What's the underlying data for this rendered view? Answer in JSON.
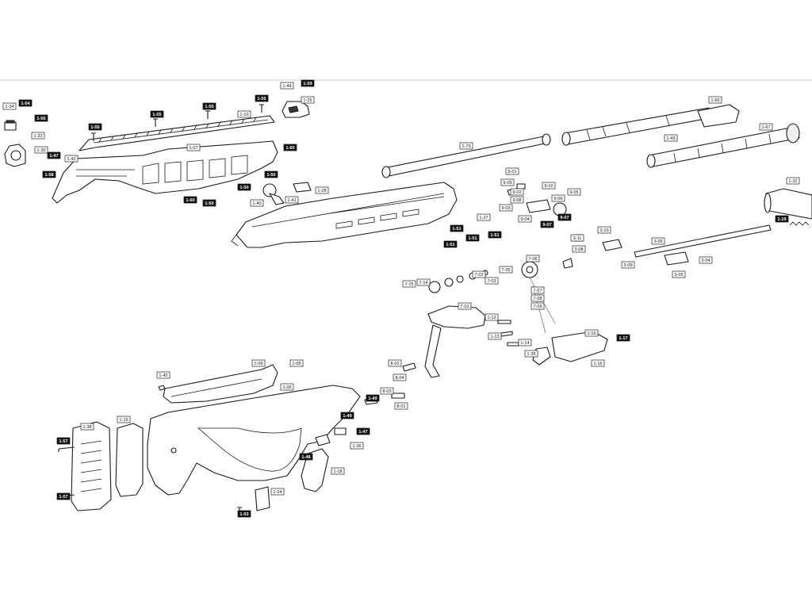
{
  "colors": {
    "background": "#ffffff",
    "line": "#1a1a1a",
    "tag_dark": "#111111",
    "tag_light": "#ffffff"
  },
  "callouts": [
    {
      "text": "1-44",
      "style": "w"
    },
    {
      "text": "1-59",
      "style": "b"
    },
    {
      "text": "1-29",
      "style": "w"
    },
    {
      "text": "1-34",
      "style": "w"
    },
    {
      "text": "1-54",
      "style": "b"
    },
    {
      "text": "1-56",
      "style": "b"
    },
    {
      "text": "1-55",
      "style": "b"
    },
    {
      "text": "1-55",
      "style": "b"
    },
    {
      "text": "1-55",
      "style": "b"
    },
    {
      "text": "1-55",
      "style": "b"
    },
    {
      "text": "1-10",
      "style": "w"
    },
    {
      "text": "1-33",
      "style": "w"
    },
    {
      "text": "1-30",
      "style": "w"
    },
    {
      "text": "1-47",
      "style": "b"
    },
    {
      "text": "1-42",
      "style": "w"
    },
    {
      "text": "1-58",
      "style": "b"
    },
    {
      "text": "1-07",
      "style": "w"
    },
    {
      "text": "1-60",
      "style": "b"
    },
    {
      "text": "1-50",
      "style": "b"
    },
    {
      "text": "1-28",
      "style": "w"
    },
    {
      "text": "1-41",
      "style": "w"
    },
    {
      "text": "1-50",
      "style": "b"
    },
    {
      "text": "1-60",
      "style": "b"
    },
    {
      "text": "1-50",
      "style": "b"
    },
    {
      "text": "1-40",
      "style": "w"
    },
    {
      "text": "1-66",
      "style": "w"
    },
    {
      "text": "1-67",
      "style": "w"
    },
    {
      "text": "1-43",
      "style": "w"
    },
    {
      "text": "1-79",
      "style": "w"
    },
    {
      "text": "9-01",
      "style": "w"
    },
    {
      "text": "9-09",
      "style": "w"
    },
    {
      "text": "9-10",
      "style": "w"
    },
    {
      "text": "9-02",
      "style": "w"
    },
    {
      "text": "9-08",
      "style": "w"
    },
    {
      "text": "9-06",
      "style": "w"
    },
    {
      "text": "9-05",
      "style": "w"
    },
    {
      "text": "9-03",
      "style": "w"
    },
    {
      "text": "9-04",
      "style": "w"
    },
    {
      "text": "9-07",
      "style": "b"
    },
    {
      "text": "9-07",
      "style": "b"
    },
    {
      "text": "1-27",
      "style": "w"
    },
    {
      "text": "1-51",
      "style": "b"
    },
    {
      "text": "1-51",
      "style": "b"
    },
    {
      "text": "1-51",
      "style": "b"
    },
    {
      "text": "1-51",
      "style": "b"
    },
    {
      "text": "1-32",
      "style": "w"
    },
    {
      "text": "1-19",
      "style": "b"
    },
    {
      "text": "3-10",
      "style": "w"
    },
    {
      "text": "3-11",
      "style": "w"
    },
    {
      "text": "3-08",
      "style": "w"
    },
    {
      "text": "3-06",
      "style": "w"
    },
    {
      "text": "3-09",
      "style": "w"
    },
    {
      "text": "3-04",
      "style": "w"
    },
    {
      "text": "3-05",
      "style": "w"
    },
    {
      "text": "7-15",
      "style": "w"
    },
    {
      "text": "7-14",
      "style": "w"
    },
    {
      "text": "7-03",
      "style": "w"
    },
    {
      "text": "7-02",
      "style": "w"
    },
    {
      "text": "7-05",
      "style": "w"
    },
    {
      "text": "7-06",
      "style": "w"
    },
    {
      "text": "7-07",
      "style": "w"
    },
    {
      "text": "7-08",
      "style": "w"
    },
    {
      "text": "7-09",
      "style": "w"
    },
    {
      "text": "7-01",
      "style": "w"
    },
    {
      "text": "1-09",
      "style": "w"
    },
    {
      "text": "1-05",
      "style": "w"
    },
    {
      "text": "1-42",
      "style": "w"
    },
    {
      "text": "1-06",
      "style": "w"
    },
    {
      "text": "1-49",
      "style": "b"
    },
    {
      "text": "1-49",
      "style": "b"
    },
    {
      "text": "1-47",
      "style": "b"
    },
    {
      "text": "1-36",
      "style": "w"
    },
    {
      "text": "1-48",
      "style": "b"
    },
    {
      "text": "1-18",
      "style": "w"
    },
    {
      "text": "1-38",
      "style": "w"
    },
    {
      "text": "1-15",
      "style": "w"
    },
    {
      "text": "1-57",
      "style": "b"
    },
    {
      "text": "1-57",
      "style": "b"
    },
    {
      "text": "1-24",
      "style": "w"
    },
    {
      "text": "1-53",
      "style": "b"
    },
    {
      "text": "8-02",
      "style": "w"
    },
    {
      "text": "8-04",
      "style": "w"
    },
    {
      "text": "8-03",
      "style": "w"
    },
    {
      "text": "8-01",
      "style": "w"
    },
    {
      "text": "1-35",
      "style": "w"
    },
    {
      "text": "1-14",
      "style": "w"
    },
    {
      "text": "1-16",
      "style": "w"
    },
    {
      "text": "1-16",
      "style": "w"
    },
    {
      "text": "1-17",
      "style": "b"
    },
    {
      "text": "1-12",
      "style": "w"
    },
    {
      "text": "1-13",
      "style": "w"
    }
  ]
}
